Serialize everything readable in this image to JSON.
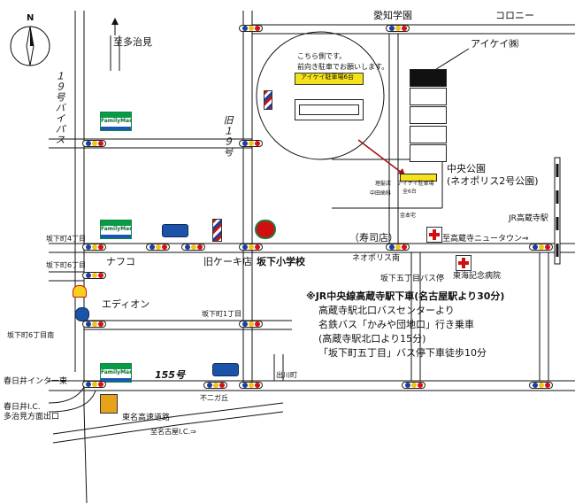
{
  "title": "",
  "labels": {
    "aichi_gakuen": "愛知学園",
    "colony": "コロニー",
    "ikei": "アイケイ㈱",
    "route19_bypass": "１９号バイパス",
    "old_route19": "旧１９号",
    "to_tajimi": "至多治見",
    "chuo_park": "中央公園",
    "neopolis_park": "(ネオポリス2号公園)",
    "jr_kozoji": "JR高蔵寺駅",
    "to_kozoji_newtown": "至高蔵寺ニュータウン⇒",
    "tokai_hospital": "東海記念病院",
    "sakashita4": "坂下町4丁目",
    "sakashita6": "坂下町6丁目",
    "sakashita6_south": "坂下町6丁目南",
    "sakashita1": "坂下町1丁目",
    "nafuko": "ナフコ",
    "old_cake": "旧ケーキ店",
    "sakashita_school": "坂下小学校",
    "sushi": "（寿司店）",
    "neopolis_south": "ネオポリス南",
    "bus_stop": "坂下五丁目バス停",
    "edion": "エディオン",
    "kasugai_ic_east": "春日井インター東",
    "route155": "155号",
    "degawa": "出川町",
    "funigaoka": "不二ガ丘",
    "meishin": "東名高速道路",
    "to_meishin_north": "至名古屋I.C.⇒",
    "kasugai_ic": "春日井I.C.",
    "tajimi_exit": "多治見方面出口",
    "parking_note_1": "こちら側です。",
    "parking_note_2": "前向き駐車でお願いします。",
    "parking_sign": "アイケイ駐車場6台",
    "riyoten": "理髪店",
    "nakata": "中田歯科",
    "kanemoto": "金本宅",
    "mini_ikei": "アイケイ駐車場",
    "mini_spaces": "全6台",
    "directions": [
      "※JR中央線高蔵寺駅下車(名古屋駅より30分)",
      "高蔵寺駅北口バスセンターより",
      "名鉄バス「かみや団地口」行き乗車",
      "(高蔵寺駅北口より15分)",
      "「坂下町五丁目」バス停下車徒歩10分"
    ],
    "familymart": "FamilyMart",
    "compass_n": "N"
  },
  "colors": {
    "road": "#111111",
    "signal_red": "#d81010",
    "signal_yellow": "#f2c21a",
    "signal_blue": "#1c3f9c",
    "cross_red": "#d01010",
    "store_green": "#0a9a48",
    "pointer_red": "#a01010",
    "parking_yellow": "#f5e21a"
  }
}
